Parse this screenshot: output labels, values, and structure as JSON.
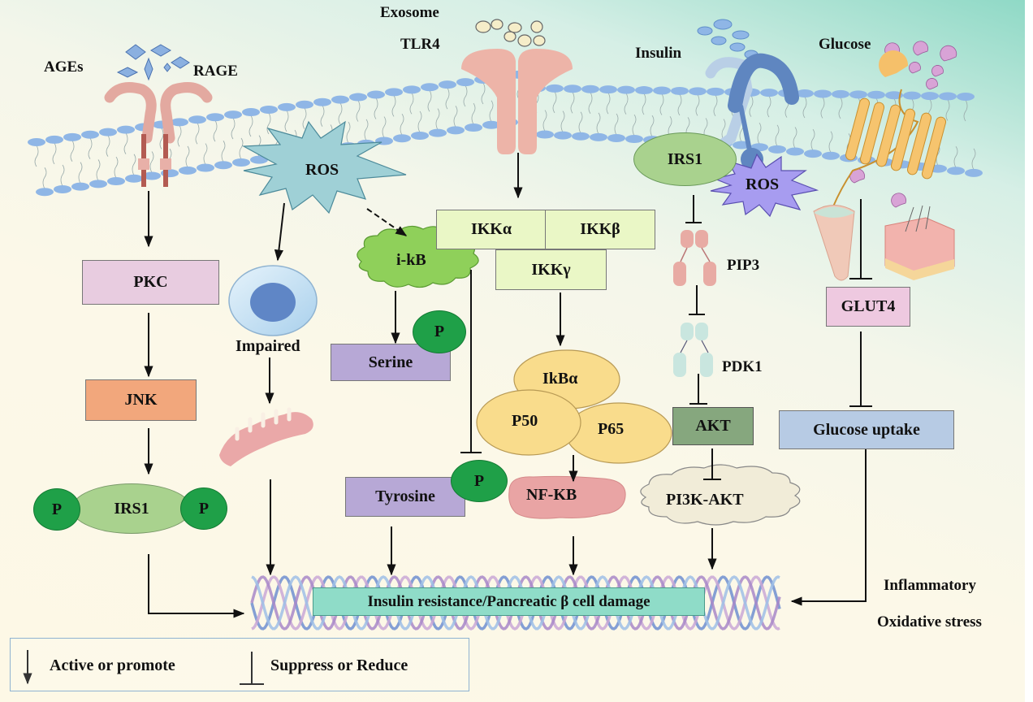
{
  "title": "Insulin resistance signaling pathways diagram",
  "colors": {
    "membrane_head": "#8fb6e6",
    "rage_receptor": "#e3a9a0",
    "ros_cyan": "#9fd0d6",
    "ros_purple": "#a79cf0",
    "pkc": "#e8cce0",
    "jnk": "#f2a77c",
    "irs1": "#a9d28e",
    "phosphate": "#1fa048",
    "ikk": "#eaf7c6",
    "ikb_cloud": "#8fd05a",
    "serine_tyrosine": "#b7a8d6",
    "nfkb_complex": "#f9dc8c",
    "nfkb": "#e9a4a4",
    "akt": "#86a77e",
    "glut4": "#eec9e0",
    "glucose_uptake": "#b7cbe4",
    "outcome": "#8fdcc8",
    "pi3k_cloud": "#f1ecd8"
  },
  "membrane": {
    "ligands": {
      "ages": "AGEs",
      "rage": "RAGE",
      "exosome": "Exosome",
      "tlr4": "TLR4",
      "insulin": "Insulin",
      "glucose": "Glucose"
    }
  },
  "nodes": {
    "ros_left": "ROS",
    "ros_right": "ROS",
    "pkc": "PKC",
    "jnk": "JNK",
    "irs1_bottom": "IRS1",
    "irs1_top": "IRS1",
    "phosphate": "P",
    "impaired": "Impaired",
    "ikb": "i-kB",
    "ikk_alpha": "IKKα",
    "ikk_beta": "IKKβ",
    "ikk_gamma": "IKKγ",
    "serine": "Serine",
    "tyrosine": "Tyrosine",
    "ikb_alpha": "IkBα",
    "p50": "P50",
    "p65": "P65",
    "nfkb": "NF-KB",
    "pip3": "PIP3",
    "pdk1": "PDK1",
    "akt": "AKT",
    "pi3k_akt": "PI3K-AKT",
    "glut4": "GLUT4",
    "glucose_uptake": "Glucose uptake"
  },
  "outcome": {
    "label": "Insulin resistance/Pancreatic β cell damage",
    "side_labels": [
      "Inflammatory",
      "Oxidative stress"
    ]
  },
  "legend": {
    "promote": "Active or promote",
    "suppress": "Suppress or Reduce"
  }
}
